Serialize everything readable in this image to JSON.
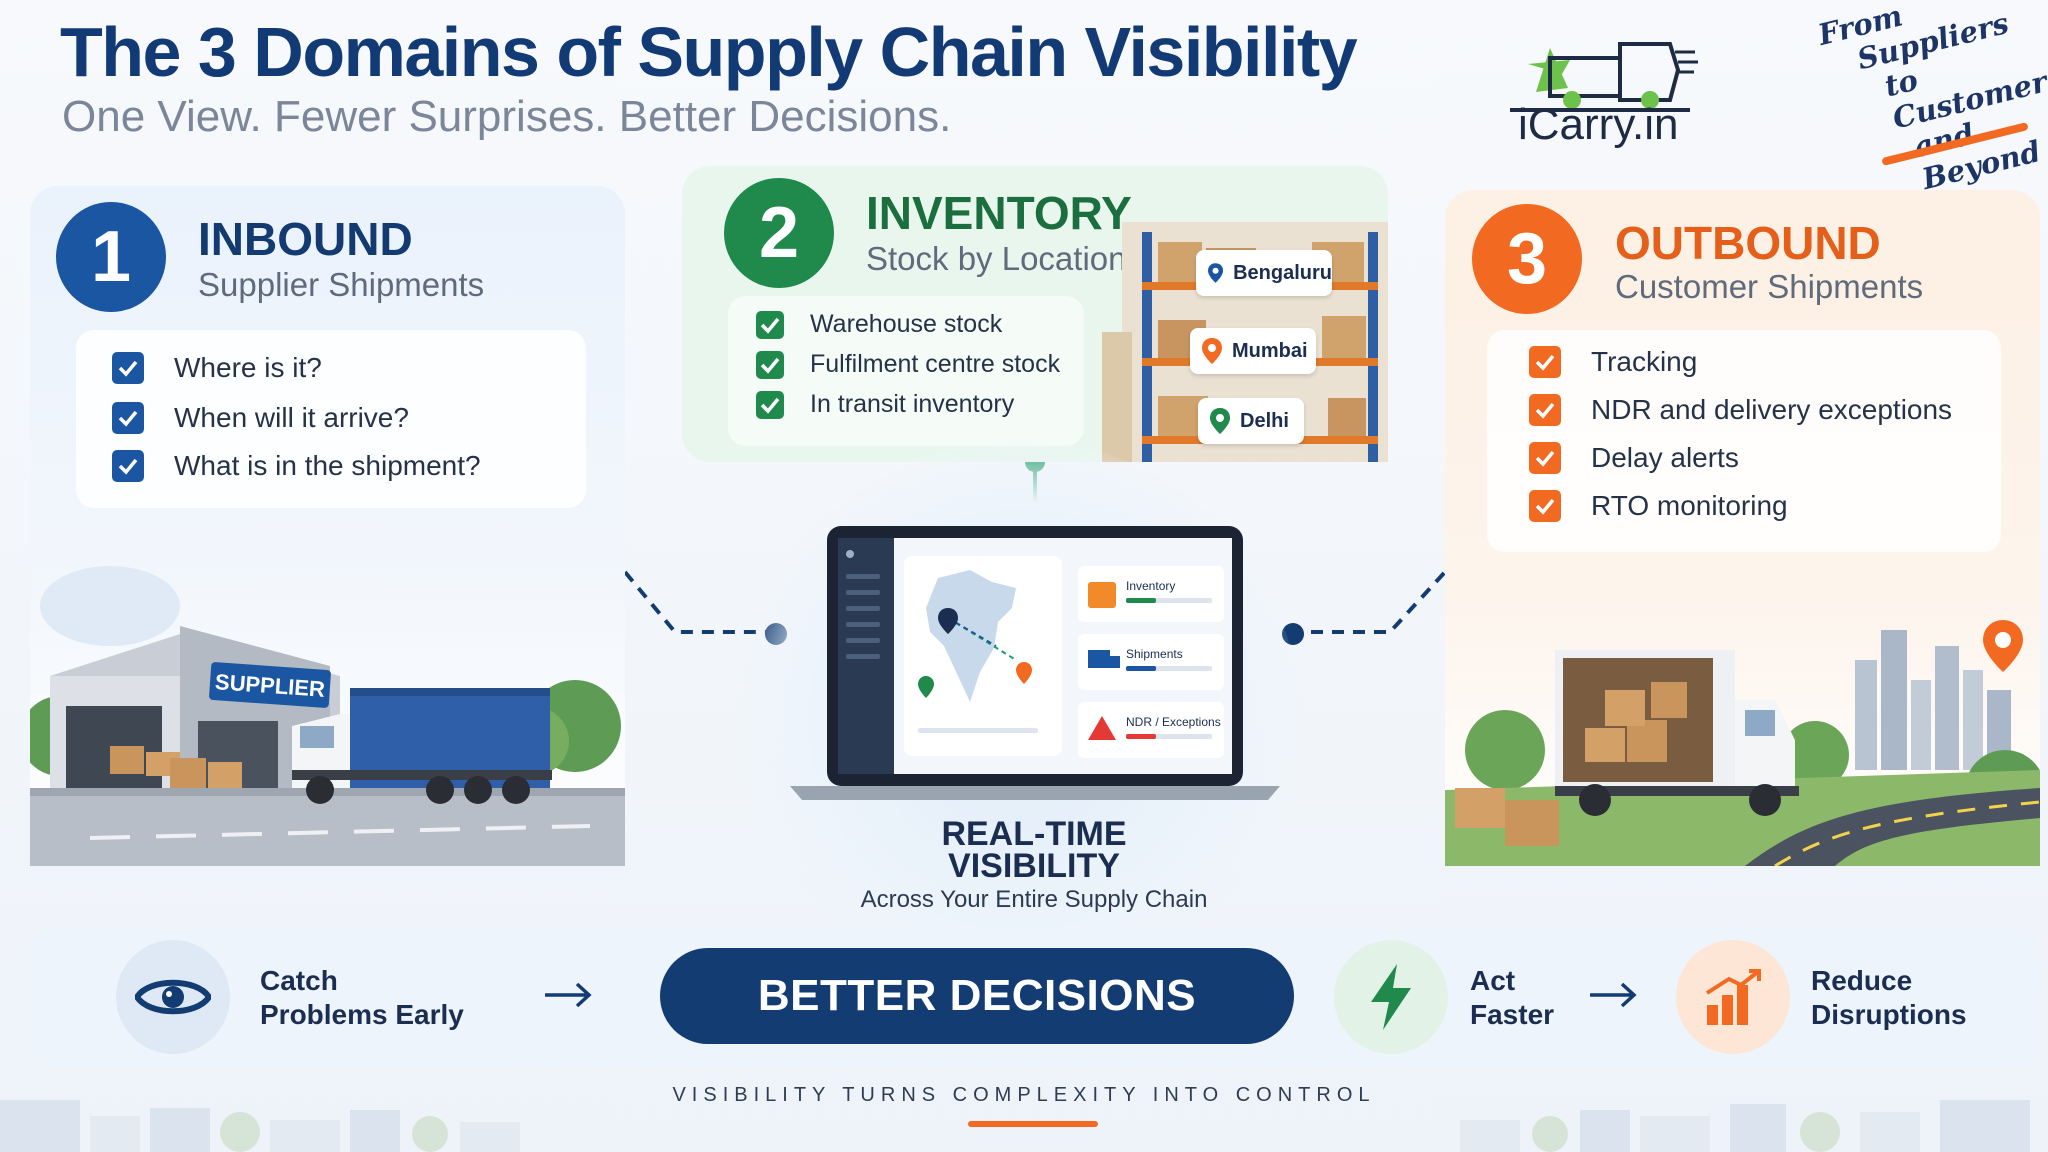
{
  "header": {
    "title": "The 3 Domains of Supply Chain Visibility",
    "subtitle": "One View. Fewer Surprises. Better Decisions.",
    "logo_text": "iCarry.in",
    "tagline": [
      "From",
      "Suppliers",
      "to Customers",
      "and Beyond"
    ]
  },
  "sections": {
    "inbound": {
      "number": "1",
      "title": "INBOUND",
      "subtitle": "Supplier Shipments",
      "items": [
        "Where is it?",
        "When will it arrive?",
        "What is in the shipment?"
      ],
      "sign": "SUPPLIER",
      "color": "#1b56a3"
    },
    "inventory": {
      "number": "2",
      "title": "INVENTORY",
      "subtitle": "Stock by Location",
      "items": [
        "Warehouse stock",
        "Fulfilment centre stock",
        "In transit inventory"
      ],
      "locations": [
        "Bengaluru",
        "Mumbai",
        "Delhi"
      ],
      "color": "#1f8a4c"
    },
    "outbound": {
      "number": "3",
      "title": "OUTBOUND",
      "subtitle": "Customer Shipments",
      "items": [
        "Tracking",
        "NDR and delivery exceptions",
        "Delay alerts",
        "RTO monitoring"
      ],
      "color": "#f26a21"
    }
  },
  "center": {
    "dashboard_cards": [
      {
        "label": "Inventory",
        "icon": "box-icon"
      },
      {
        "label": "Shipments",
        "icon": "truck-icon"
      },
      {
        "label": "NDR / Exceptions",
        "icon": "warning-icon"
      }
    ],
    "title_line1": "REAL-TIME",
    "title_line2": "VISIBILITY",
    "subtitle": "Across Your Entire Supply Chain"
  },
  "bottom": {
    "catch_line1": "Catch",
    "catch_line2": "Problems Early",
    "button": "BETTER DECISIONS",
    "act_line1": "Act",
    "act_line2": "Faster",
    "reduce_line1": "Reduce",
    "reduce_line2": "Disruptions"
  },
  "footer": "VISIBILITY TURNS COMPLEXITY INTO CONTROL",
  "colors": {
    "navy": "#133c73",
    "blue": "#1b56a3",
    "green": "#1f8a4c",
    "orange": "#f26a21"
  }
}
